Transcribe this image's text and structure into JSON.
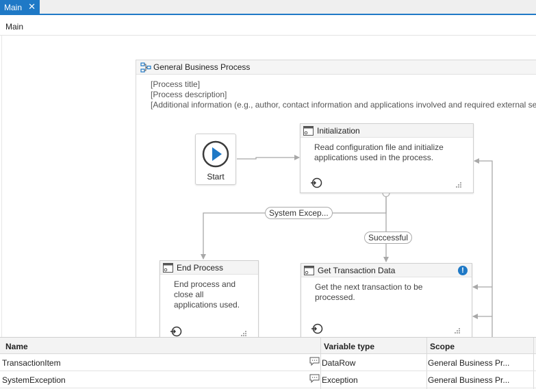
{
  "tab": {
    "label": "Main",
    "close_glyph": "✕"
  },
  "breadcrumb": "Main",
  "flowchart": {
    "title": "General Business Process",
    "annotations": [
      "[Process title]",
      "[Process description]",
      "[Additional information (e.g., author, contact information and applications involved and required external se"
    ],
    "start": {
      "label": "Start"
    },
    "states": {
      "initialization": {
        "title": "Initialization",
        "description_lines": [
          "Read configuration file and initialize",
          "applications used in the process."
        ]
      },
      "end_process": {
        "title": "End Process",
        "description_lines": [
          "End process and",
          "close all",
          "applications used."
        ]
      },
      "get_transaction_data": {
        "title": "Get Transaction Data",
        "description_lines": [
          "Get the next transaction to be",
          "processed."
        ],
        "warning_glyph": "!"
      }
    },
    "transitions": {
      "system_exception": "System Excep...",
      "successful": "Successful"
    }
  },
  "variables": {
    "headers": {
      "name": "Name",
      "type": "Variable type",
      "scope": "Scope"
    },
    "rows": [
      {
        "name": "TransactionItem",
        "type": "DataRow",
        "scope": "General Business Pr..."
      },
      {
        "name": "SystemException",
        "type": "Exception",
        "scope": "General Business Pr..."
      }
    ]
  },
  "colors": {
    "accent": "#1f79c6",
    "play": "#1f79c6"
  }
}
